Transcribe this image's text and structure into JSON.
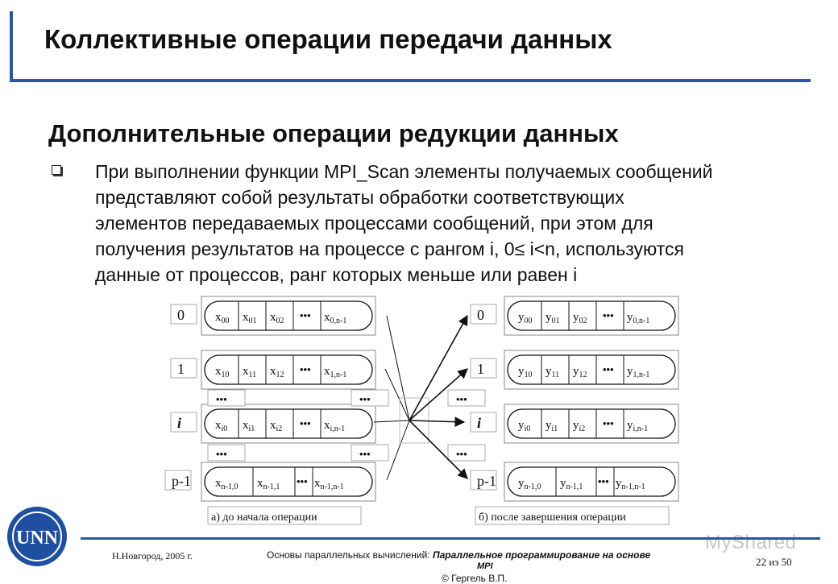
{
  "slide": {
    "title": "Коллективные операции передачи данных",
    "subtitle": "Дополнительные операции редукции данных",
    "paragraph_lines": [
      "При выполнении функции MPI_Scan элементы получаемых сообщений",
      "представляют собой результаты обработки соответствующих",
      "элементов передаваемых процессами сообщений, при этом для",
      "получения результатов на процессе с рангом i, 0≤ i<n, используются",
      "данные от процессов, ранг которых меньше или равен  i"
    ]
  },
  "diagram": {
    "ellipsis": "•••",
    "rank_labels": [
      "0",
      "1",
      "i",
      "p-1"
    ],
    "input_rows": [
      {
        "cells": [
          [
            "x",
            "00"
          ],
          [
            "x",
            "01"
          ],
          [
            "x",
            "02"
          ],
          [
            "x",
            "0,n-1"
          ]
        ]
      },
      {
        "cells": [
          [
            "x",
            "10"
          ],
          [
            "x",
            "11"
          ],
          [
            "x",
            "12"
          ],
          [
            "x",
            "1,n-1"
          ]
        ]
      },
      {
        "cells": [
          [
            "x",
            "i0"
          ],
          [
            "x",
            "i1"
          ],
          [
            "x",
            "i2"
          ],
          [
            "x",
            "i,n-1"
          ]
        ]
      },
      {
        "cells": [
          [
            "x",
            "n-1,0"
          ],
          [
            "x",
            "n-1,1"
          ],
          [
            "x",
            "n-1,n-1"
          ]
        ]
      }
    ],
    "output_rows": [
      {
        "cells": [
          [
            "y",
            "00"
          ],
          [
            "y",
            "01"
          ],
          [
            "y",
            "02"
          ],
          [
            "y",
            "0,n-1"
          ]
        ]
      },
      {
        "cells": [
          [
            "y",
            "10"
          ],
          [
            "y",
            "11"
          ],
          [
            "y",
            "12"
          ],
          [
            "y",
            "1,n-1"
          ]
        ]
      },
      {
        "cells": [
          [
            "y",
            "i0"
          ],
          [
            "y",
            "i1"
          ],
          [
            "y",
            "i2"
          ],
          [
            "y",
            "i,n-1"
          ]
        ]
      },
      {
        "cells": [
          [
            "y",
            "n-1,0"
          ],
          [
            "y",
            "n-1,1"
          ],
          [
            "y",
            "n-1,n-1"
          ]
        ]
      }
    ],
    "caption_before": "а) до начала операции",
    "caption_after": "б) после завершения операции"
  },
  "logo": {
    "text": "UNN"
  },
  "footer": {
    "left": "Н.Новгород, 2005 г.",
    "course": "Основы параллельных вычислений:",
    "topic": "Параллельное программирование на основе",
    "topic2": "MPI",
    "author": "© Гергель В.П.",
    "page": "22 из 50"
  },
  "watermark": "MyShared",
  "colors": {
    "accent": "#2a56a8",
    "logo_blue": "#1e4fa0"
  }
}
